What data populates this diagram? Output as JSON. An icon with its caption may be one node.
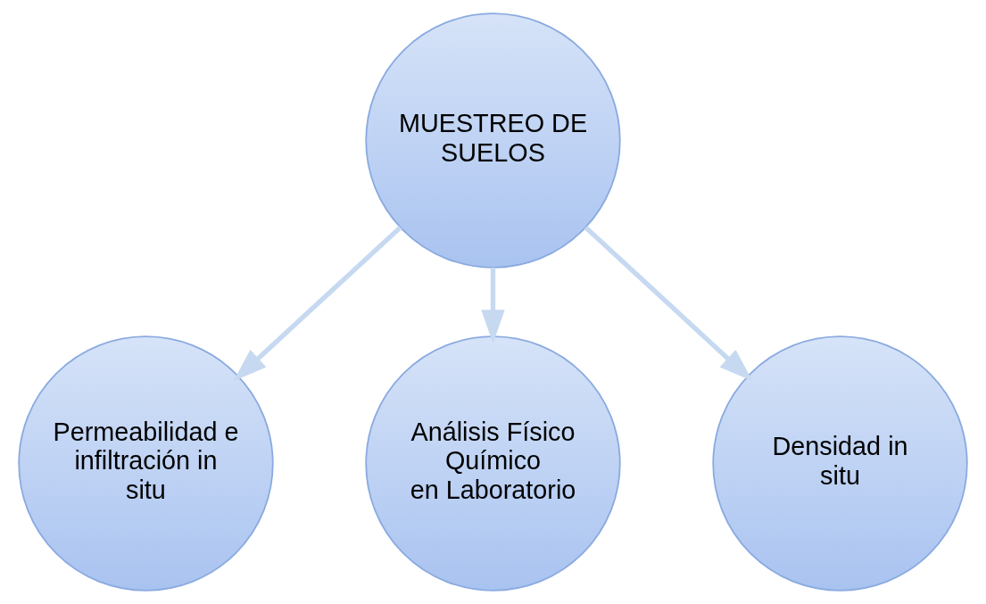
{
  "diagram": {
    "nodes": [
      {
        "text": [
          "Permeabilidad e infiltración in situ"
        ]
      },
      {
        "text": [
          "MUESTREO DE SUELOS"
        ]
      },
      {
        "text": [
          "Análisis Físico Químico",
          "en Laboratorio"
        ]
      },
      {
        "text": [
          "Densidad in situ"
        ]
      }
    ],
    "edges": [
      {
        "from": 1,
        "to": 0,
        "arrow": "to"
      },
      {
        "from": 1,
        "to": 2,
        "arrow": "to"
      },
      {
        "from": 1,
        "to": 3,
        "arrow": "to"
      }
    ]
  }
}
